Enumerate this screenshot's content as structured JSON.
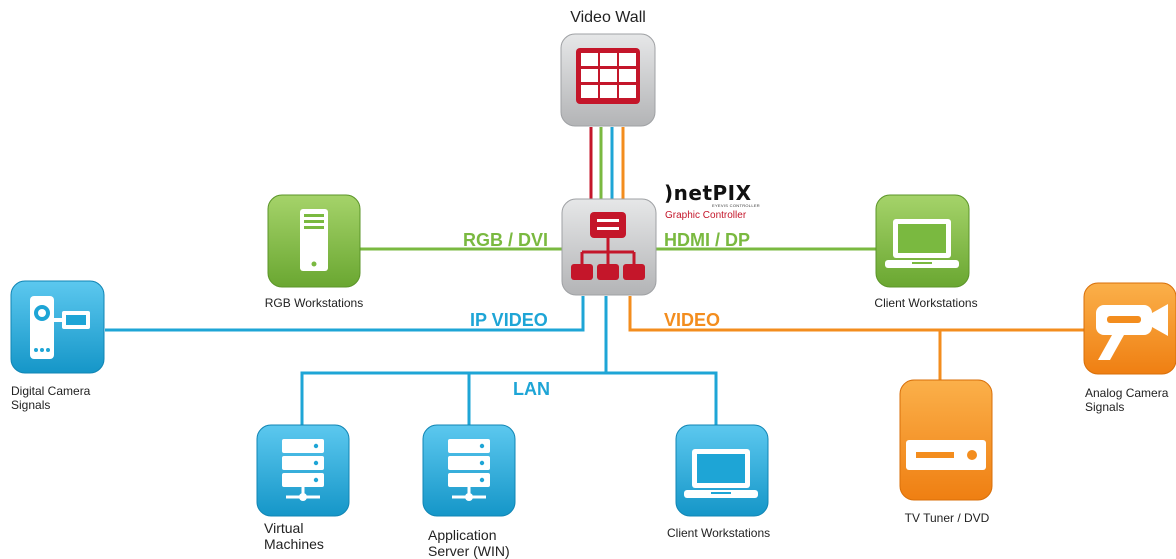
{
  "diagram": {
    "title": "Video Wall",
    "brand": {
      "name": ")netPIX",
      "subtitle": "EYEVIS CONTROLLER",
      "tagline": "Graphic Controller"
    },
    "links": {
      "rgb_dvi": "RGB / DVI",
      "hdmi_dp": "HDMI / DP",
      "ip_video": "IP VIDEO",
      "video": "VIDEO",
      "lan": "LAN"
    },
    "nodes": {
      "rgb_workstations": "RGB Workstations",
      "client_workstations_top": "Client Workstations",
      "digital_camera": [
        "Digital Camera",
        "Signals"
      ],
      "analog_camera": [
        "Analog Camera",
        "Signals"
      ],
      "virtual_machines": [
        "Virtual",
        "Machines"
      ],
      "application_server": [
        "Application",
        "Server (WIN)"
      ],
      "client_workstations_bottom": "Client Workstations",
      "tv_tuner": "TV Tuner / DVD"
    },
    "colors": {
      "green": "#7ab940",
      "blue": "#1ea5d6",
      "orange": "#f38d1e",
      "red": "#c4162a",
      "grey": "#c7c8ca"
    }
  }
}
